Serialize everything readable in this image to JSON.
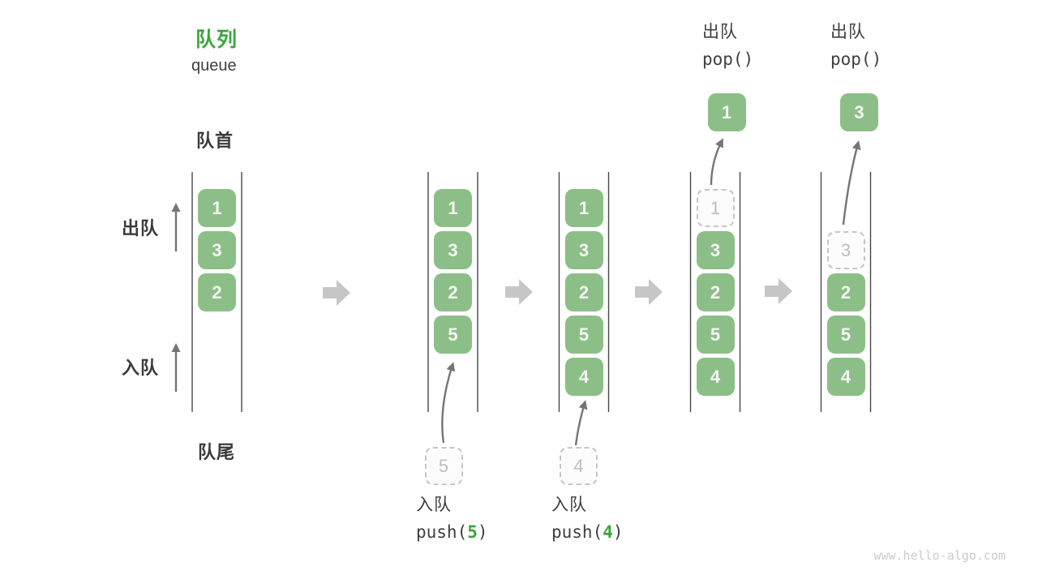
{
  "title": {
    "zh": "队列",
    "en": "queue"
  },
  "side_labels": {
    "front": "队首",
    "rear": "队尾",
    "dequeue": "出队",
    "enqueue": "入队"
  },
  "footer": "www.hello-algo.com",
  "colors": {
    "accent_green": "#3aa63a",
    "box_green": "#8cbf87",
    "box_text": "#f5f7f4",
    "text_dark": "#3f3f3f",
    "dashed_border": "#c6c6c6",
    "dashed_text": "#bdbdbd",
    "block_arrow": "#c6c6c6",
    "thin_arrow": "#757575",
    "wall_line": "#474747"
  },
  "queues": [
    {
      "cells": [
        {
          "row": 0,
          "value": "1",
          "dashed": false
        },
        {
          "row": 1,
          "value": "3",
          "dashed": false
        },
        {
          "row": 2,
          "value": "2",
          "dashed": false
        }
      ]
    },
    {
      "cells": [
        {
          "row": 0,
          "value": "1",
          "dashed": false
        },
        {
          "row": 1,
          "value": "3",
          "dashed": false
        },
        {
          "row": 2,
          "value": "2",
          "dashed": false
        },
        {
          "row": 3,
          "value": "5",
          "dashed": false
        }
      ],
      "pending": "5",
      "op": {
        "type": "push",
        "zh": "入队",
        "code_pre": "push(",
        "code_arg": "5",
        "code_post": ")"
      }
    },
    {
      "cells": [
        {
          "row": 0,
          "value": "1",
          "dashed": false
        },
        {
          "row": 1,
          "value": "3",
          "dashed": false
        },
        {
          "row": 2,
          "value": "2",
          "dashed": false
        },
        {
          "row": 3,
          "value": "5",
          "dashed": false
        },
        {
          "row": 4,
          "value": "4",
          "dashed": false
        }
      ],
      "pending": "4",
      "op": {
        "type": "push",
        "zh": "入队",
        "code_pre": "push(",
        "code_arg": "4",
        "code_post": ")"
      }
    },
    {
      "cells": [
        {
          "row": 0,
          "value": "1",
          "dashed": true
        },
        {
          "row": 1,
          "value": "3",
          "dashed": false
        },
        {
          "row": 2,
          "value": "2",
          "dashed": false
        },
        {
          "row": 3,
          "value": "5",
          "dashed": false
        },
        {
          "row": 4,
          "value": "4",
          "dashed": false
        }
      ],
      "popped": "1",
      "op": {
        "type": "pop",
        "zh": "出队",
        "code_pre": "pop(",
        "code_arg": "",
        "code_post": ")"
      }
    },
    {
      "cells": [
        {
          "row": 1,
          "value": "3",
          "dashed": true
        },
        {
          "row": 2,
          "value": "2",
          "dashed": false
        },
        {
          "row": 3,
          "value": "5",
          "dashed": false
        },
        {
          "row": 4,
          "value": "4",
          "dashed": false
        }
      ],
      "popped": "3",
      "op": {
        "type": "pop",
        "zh": "出队",
        "code_pre": "pop(",
        "code_arg": "",
        "code_post": ")"
      }
    }
  ]
}
